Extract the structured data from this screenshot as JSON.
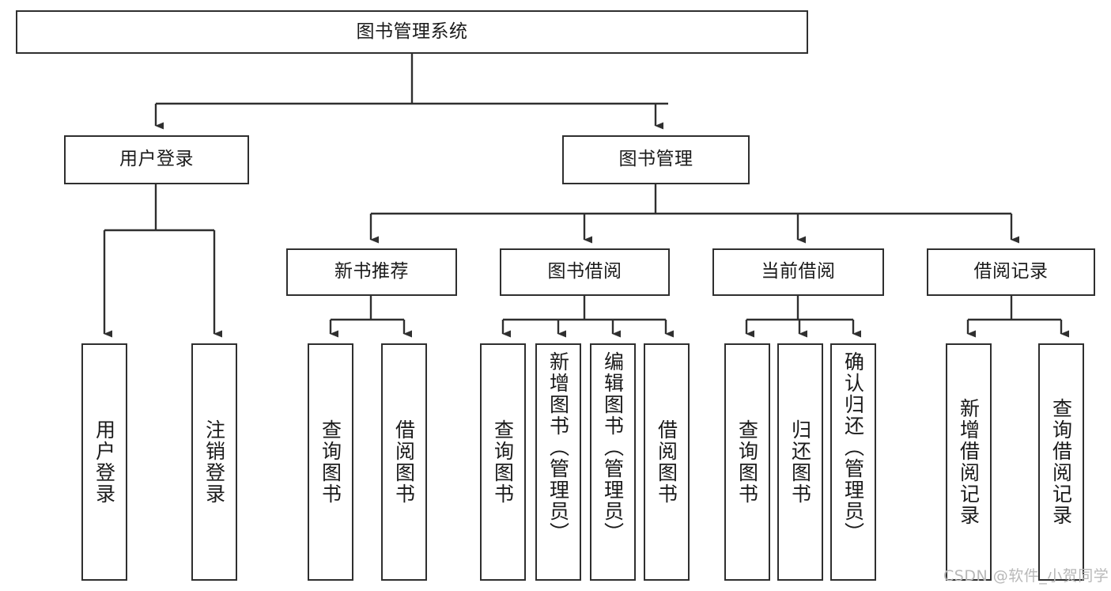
{
  "diagram": {
    "type": "tree-hierarchy-chart",
    "title": "图书管理系统",
    "root": {
      "id": "root",
      "label": "图书管理系统",
      "orientation": "horizontal"
    },
    "level2": [
      {
        "id": "user-login",
        "label": "用户登录",
        "orientation": "horizontal"
      },
      {
        "id": "book-management",
        "label": "图书管理",
        "orientation": "horizontal"
      }
    ],
    "level3": [
      {
        "id": "new-book-recommend",
        "label": "新书推荐",
        "orientation": "horizontal",
        "parent": "book-management"
      },
      {
        "id": "book-borrow",
        "label": "图书借阅",
        "orientation": "horizontal",
        "parent": "book-management"
      },
      {
        "id": "current-borrow",
        "label": "当前借阅",
        "orientation": "horizontal",
        "parent": "book-management"
      },
      {
        "id": "borrow-record",
        "label": "借阅记录",
        "orientation": "horizontal",
        "parent": "book-management"
      }
    ],
    "leaves": [
      {
        "id": "leaf-user-login",
        "label": "用户登录",
        "parent": "user-login",
        "align": "center"
      },
      {
        "id": "leaf-logout-login",
        "label": "注销登录",
        "parent": "user-login",
        "align": "center"
      },
      {
        "id": "leaf-query-book-1",
        "label": "查询图书",
        "parent": "new-book-recommend",
        "align": "center"
      },
      {
        "id": "leaf-borrow-book-1",
        "label": "借阅图书",
        "parent": "new-book-recommend",
        "align": "center"
      },
      {
        "id": "leaf-query-book-2",
        "label": "查询图书",
        "parent": "book-borrow",
        "align": "center"
      },
      {
        "id": "leaf-add-book-admin",
        "label": "新增图书（管理员）",
        "parent": "book-borrow",
        "align": "top"
      },
      {
        "id": "leaf-edit-book-admin",
        "label": "编辑图书（管理员）",
        "parent": "book-borrow",
        "align": "top"
      },
      {
        "id": "leaf-borrow-book-2",
        "label": "借阅图书",
        "parent": "book-borrow",
        "align": "center"
      },
      {
        "id": "leaf-query-book-3",
        "label": "查询图书",
        "parent": "current-borrow",
        "align": "center"
      },
      {
        "id": "leaf-return-book",
        "label": "归还图书",
        "parent": "current-borrow",
        "align": "center"
      },
      {
        "id": "leaf-confirm-return-admin",
        "label": "确认归还（管理员）",
        "parent": "current-borrow",
        "align": "top"
      },
      {
        "id": "leaf-add-borrow-record",
        "label": "新增借阅记录",
        "parent": "borrow-record",
        "align": "center"
      },
      {
        "id": "leaf-query-borrow-record",
        "label": "查询借阅记录",
        "parent": "borrow-record",
        "align": "center"
      }
    ]
  },
  "watermark": {
    "text": "CSDN @软件_小贺同学"
  },
  "colors": {
    "stroke": "#2f2f2f",
    "background": "#ffffff",
    "text": "#1a1a1a",
    "watermark": "#b8b8b8"
  }
}
